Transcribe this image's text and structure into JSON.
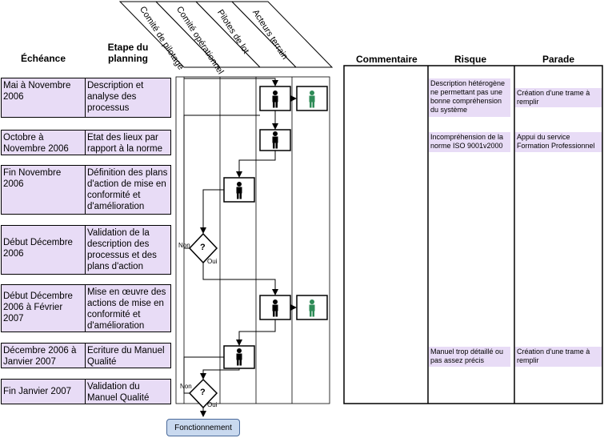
{
  "headers": {
    "echeance": "Échéance",
    "etape": "Etape du planning",
    "commentaire": "Commentaire",
    "risque": "Risque",
    "parade": "Parade"
  },
  "actors": [
    "Comité de pilotage",
    "Comité opérationnel",
    "Pilotes de lot",
    "Acteurs terrain"
  ],
  "rows": [
    {
      "echeance": "Mai à Novembre 2006",
      "etape": "Description et analyse des processus"
    },
    {
      "echeance": "Octobre à Novembre 2006",
      "etape": "Etat des lieux par rapport à la norme"
    },
    {
      "echeance": "Fin Novembre 2006",
      "etape": "Définition des plans d'action de mise en conformité et d'amélioration"
    },
    {
      "echeance": "Début Décembre 2006",
      "etape": "Validation de la description des processus et des plans d'action"
    },
    {
      "echeance": "Début Décembre 2006 à Février 2007",
      "etape": "Mise en œuvre des actions de mise en conformité et d'amélioration"
    },
    {
      "echeance": "Décembre 2006 à Janvier 2007",
      "etape": "Ecriture du Manuel Qualité"
    },
    {
      "echeance": "Fin Janvier 2007",
      "etape": "Validation du Manuel Qualité"
    }
  ],
  "notes": {
    "risque_1": "Description hétérogène ne permettant pas une bonne compréhension du système",
    "parade_1": "Création d'une trame à remplir",
    "risque_2": "Incompréhension de la norme ISO 9001v2000",
    "parade_2": "Appui du service Formation Professionnel",
    "risque_3": "Manuel trop détaillé ou pas assez précis",
    "parade_3": "Création d'une trame à remplir"
  },
  "decision": {
    "symbol": "?",
    "no": "Non",
    "yes": "Oui"
  },
  "end_label": "Fonctionnement",
  "colors": {
    "cell_fill": "#e8dcf6",
    "actor_green": "#2e8b57",
    "button_fill": "#c9d9ef"
  }
}
